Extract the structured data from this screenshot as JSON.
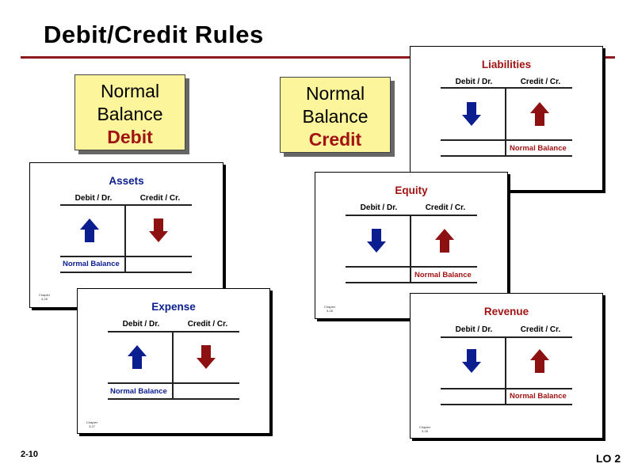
{
  "title": "Debit/Credit Rules",
  "colors": {
    "title_rule": "#8b1a1a",
    "debit_blue": "#0b1e8f",
    "credit_red": "#8d1111",
    "normal_box": "#fcf59b"
  },
  "normal_debit": {
    "line1": "Normal",
    "line2": "Balance",
    "line3": "Debit"
  },
  "normal_credit": {
    "line1": "Normal",
    "line2": "Balance",
    "line3": "Credit"
  },
  "column_headers": {
    "debit": "Debit / Dr.",
    "credit": "Credit / Cr."
  },
  "normal_balance_label": "Normal Balance",
  "chapter_label": {
    "line1": "Chapter",
    "line2": "3-26"
  },
  "accounts": {
    "liabilities": {
      "title": "Liabilities",
      "title_color": "#a11313",
      "debit_arrow": "down-arrow-icon",
      "credit_arrow": "up-arrow-icon",
      "normal_side": "credit"
    },
    "assets": {
      "title": "Assets",
      "title_color": "#0b1e8f",
      "debit_arrow": "up-arrow-icon",
      "credit_arrow": "down-arrow-icon",
      "normal_side": "debit",
      "chapter": "3-25"
    },
    "equity": {
      "title": "Equity",
      "title_color": "#a11313",
      "debit_arrow": "down-arrow-icon",
      "credit_arrow": "up-arrow-icon",
      "normal_side": "credit",
      "chapter": "3-26"
    },
    "expense": {
      "title": "Expense",
      "title_color": "#0b1e8f",
      "debit_arrow": "up-arrow-icon",
      "credit_arrow": "down-arrow-icon",
      "normal_side": "debit",
      "chapter": "3-27"
    },
    "revenue": {
      "title": "Revenue",
      "title_color": "#a11313",
      "debit_arrow": "down-arrow-icon",
      "credit_arrow": "up-arrow-icon",
      "normal_side": "credit",
      "chapter": "3-28"
    }
  },
  "footer": {
    "page": "2-10",
    "lo": "LO 2"
  }
}
